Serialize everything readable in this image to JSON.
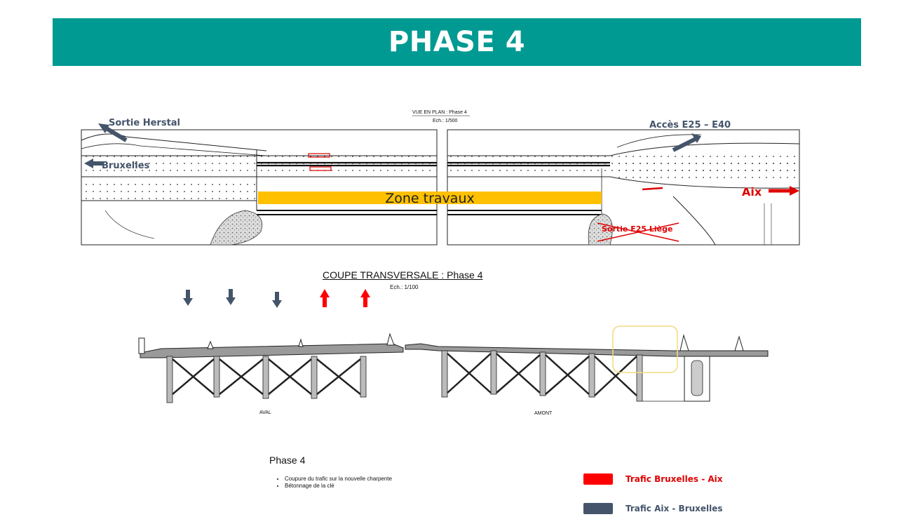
{
  "title": "PHASE 4",
  "plan": {
    "heading": "VUE EN PLAN : Phase 4",
    "scale": "Ech.: 1/500",
    "labels": {
      "sortie_herstal": "Sortie Herstal",
      "bruxelles": "Bruxelles",
      "acces": "Accès E25 – E40",
      "aix": "Aix",
      "zone_travaux": "Zone travaux",
      "sortie_liege": "Sortie E25 Liège"
    }
  },
  "section": {
    "heading": "COUPE TRANSVERSALE : Phase 4",
    "scale": "Ech.: 1/100",
    "aval": "AVAL",
    "amont": "AMONT"
  },
  "notes": {
    "phase": "Phase 4",
    "items": [
      "Coupure du trafic sur la nouvelle charpente",
      "Bétonnage de la clé"
    ]
  },
  "legend": [
    {
      "label": "Trafic Bruxelles - Aix",
      "color": "#ff0000",
      "text_color": "#e00000"
    },
    {
      "label": "Trafic Aix - Bruxelles",
      "color": "#44546a",
      "text_color": "#44546a"
    }
  ],
  "colors": {
    "banner": "#009a93",
    "work_zone": "#ffc000",
    "highlight": "#f0dc80"
  }
}
